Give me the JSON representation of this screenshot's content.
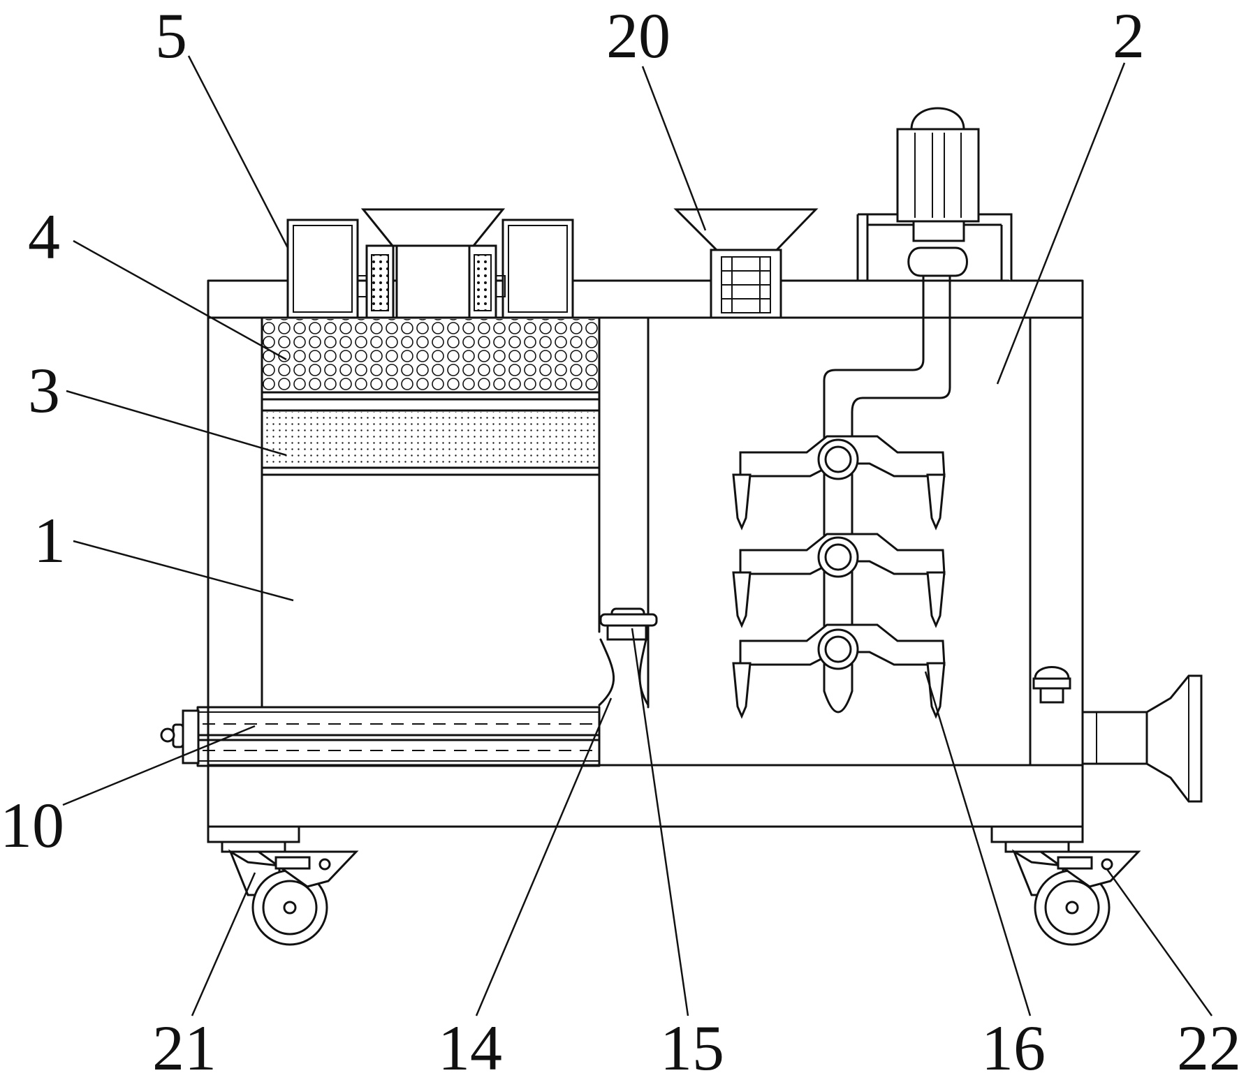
{
  "diagram": {
    "labels": [
      {
        "key": "l1",
        "text": "1"
      },
      {
        "key": "l2",
        "text": "2"
      },
      {
        "key": "l3",
        "text": "3"
      },
      {
        "key": "l4",
        "text": "4"
      },
      {
        "key": "l5",
        "text": "5"
      },
      {
        "key": "l10",
        "text": "10"
      },
      {
        "key": "l14",
        "text": "14"
      },
      {
        "key": "l15",
        "text": "15"
      },
      {
        "key": "l16",
        "text": "16"
      },
      {
        "key": "l20",
        "text": "20"
      },
      {
        "key": "l21",
        "text": "21"
      },
      {
        "key": "l22",
        "text": "22"
      }
    ]
  }
}
